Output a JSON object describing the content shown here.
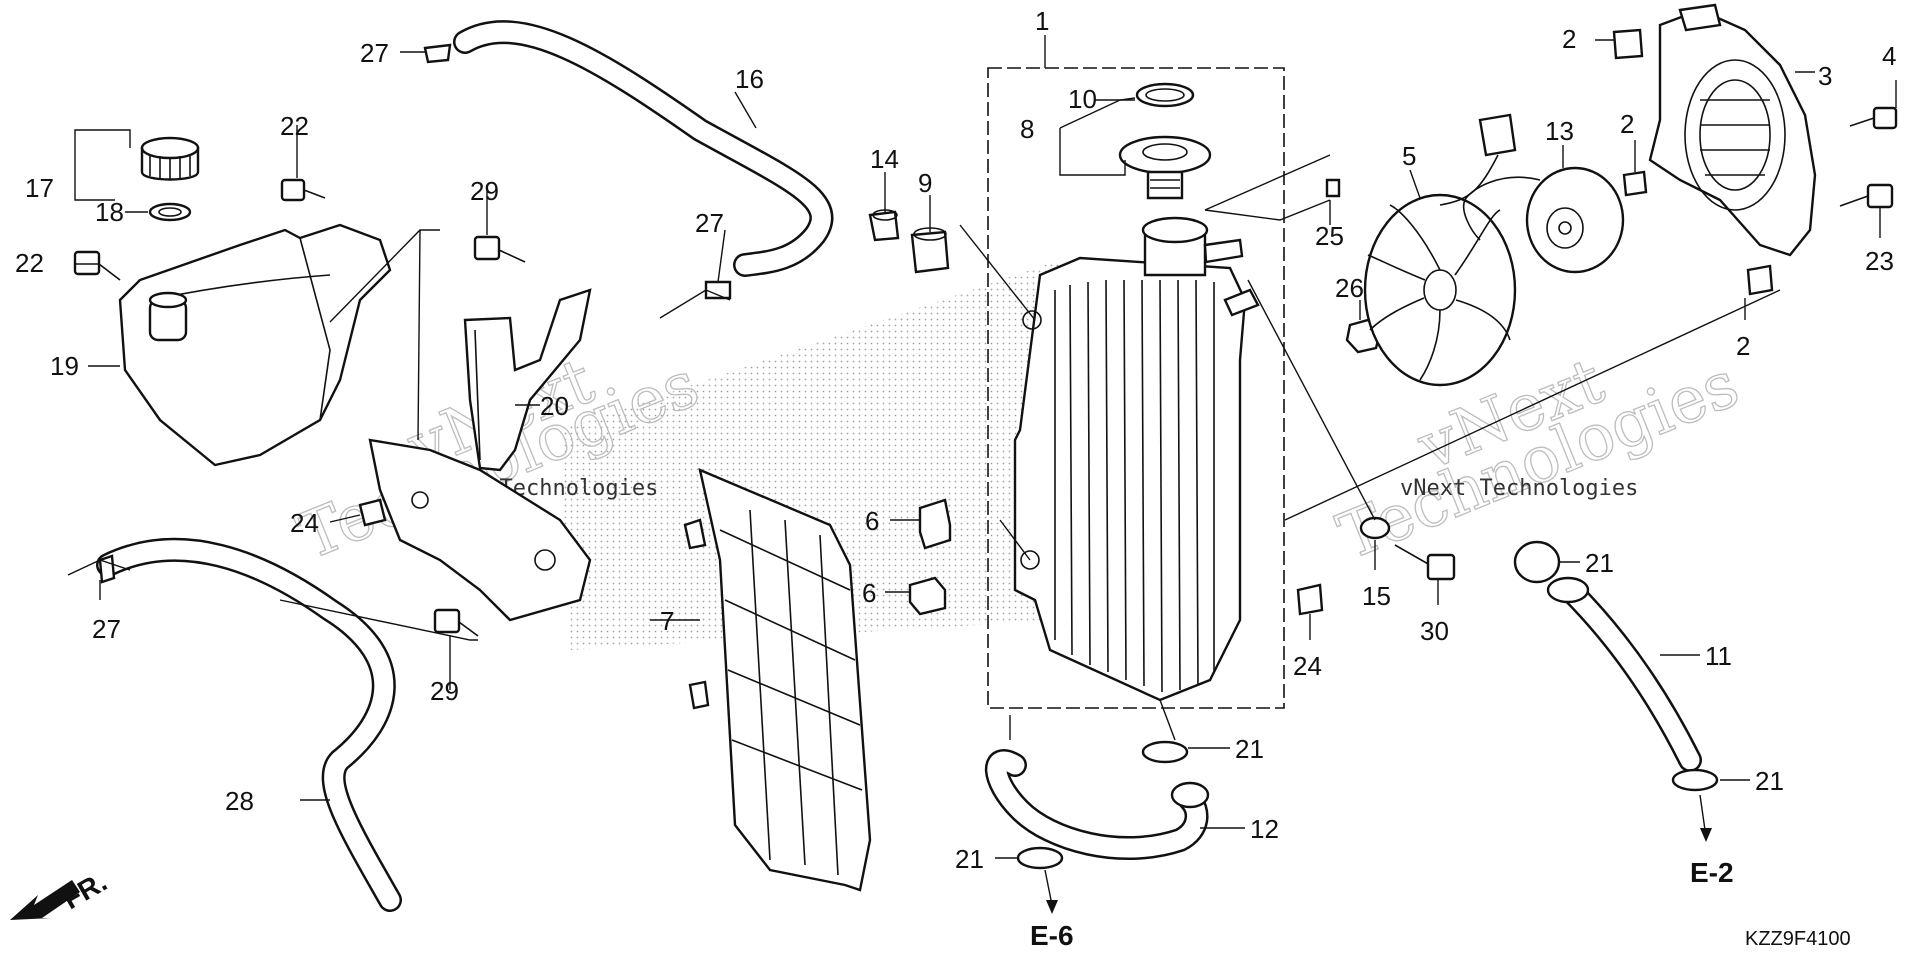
{
  "callouts": [
    {
      "id": "c1",
      "text": "1"
    },
    {
      "id": "c2a",
      "text": "2"
    },
    {
      "id": "c2b",
      "text": "2"
    },
    {
      "id": "c2c",
      "text": "2"
    },
    {
      "id": "c3",
      "text": "3"
    },
    {
      "id": "c4",
      "text": "4"
    },
    {
      "id": "c5",
      "text": "5"
    },
    {
      "id": "c6a",
      "text": "6"
    },
    {
      "id": "c6b",
      "text": "6"
    },
    {
      "id": "c7",
      "text": "7"
    },
    {
      "id": "c8",
      "text": "8"
    },
    {
      "id": "c9",
      "text": "9"
    },
    {
      "id": "c10",
      "text": "10"
    },
    {
      "id": "c11",
      "text": "11"
    },
    {
      "id": "c12",
      "text": "12"
    },
    {
      "id": "c13",
      "text": "13"
    },
    {
      "id": "c14",
      "text": "14"
    },
    {
      "id": "c15",
      "text": "15"
    },
    {
      "id": "c16",
      "text": "16"
    },
    {
      "id": "c17",
      "text": "17"
    },
    {
      "id": "c18",
      "text": "18"
    },
    {
      "id": "c19",
      "text": "19"
    },
    {
      "id": "c20",
      "text": "20"
    },
    {
      "id": "c21a",
      "text": "21"
    },
    {
      "id": "c21b",
      "text": "21"
    },
    {
      "id": "c21c",
      "text": "21"
    },
    {
      "id": "c21d",
      "text": "21"
    },
    {
      "id": "c22a",
      "text": "22"
    },
    {
      "id": "c22b",
      "text": "22"
    },
    {
      "id": "c23",
      "text": "23"
    },
    {
      "id": "c24a",
      "text": "24"
    },
    {
      "id": "c24b",
      "text": "24"
    },
    {
      "id": "c25",
      "text": "25"
    },
    {
      "id": "c26",
      "text": "26"
    },
    {
      "id": "c27a",
      "text": "27"
    },
    {
      "id": "c27b",
      "text": "27"
    },
    {
      "id": "c27c",
      "text": "27"
    },
    {
      "id": "c28",
      "text": "28"
    },
    {
      "id": "c29a",
      "text": "29"
    },
    {
      "id": "c29b",
      "text": "29"
    },
    {
      "id": "c30",
      "text": "30"
    }
  ],
  "refs": {
    "e2": "E-2",
    "e6": "E-6"
  },
  "direction_label": "FR.",
  "diagram_code": "KZZ9F4100",
  "watermarks": [
    {
      "line1": "vNext",
      "line2": "Technologies",
      "small": "vNext Technologies"
    },
    {
      "line1": "vNext",
      "line2": "Technologies",
      "small": "vNext Technologies"
    }
  ]
}
